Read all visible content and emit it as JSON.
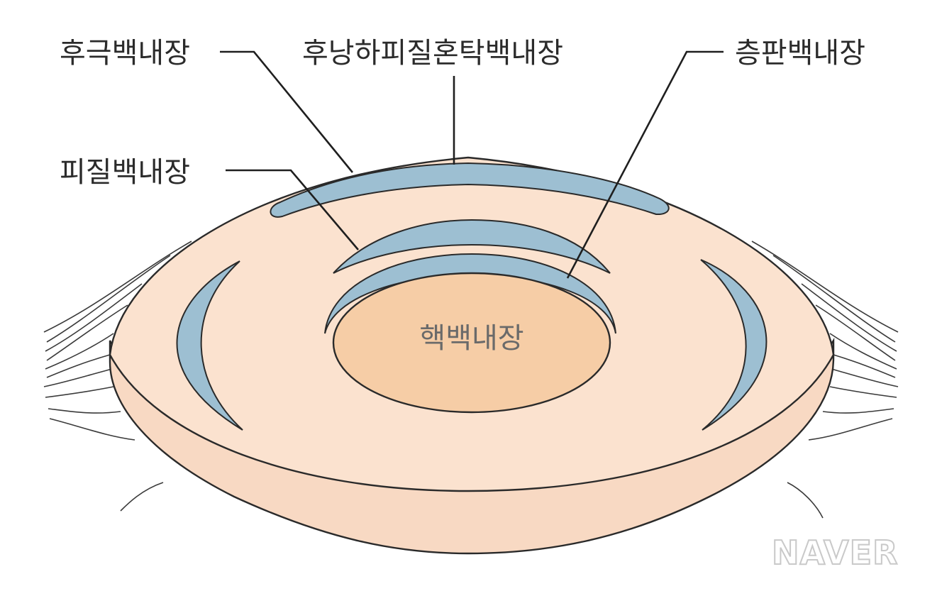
{
  "diagram": {
    "labels": {
      "posterior_subcapsular": "후극백내장",
      "posterior_subcapsular_mixed": "후낭하피질혼탁백내장",
      "lamellar": "층판백내장",
      "cortical": "피질백내장",
      "nuclear": "핵백내장"
    },
    "watermark": "NAVER",
    "colors": {
      "lens_body": "#fbe2cf",
      "lens_side": "#f8d9c3",
      "nucleus": "#f6cda6",
      "opacity_blue": "#9dbfd2",
      "outline": "#2a2a2a",
      "background": "#ffffff"
    }
  }
}
